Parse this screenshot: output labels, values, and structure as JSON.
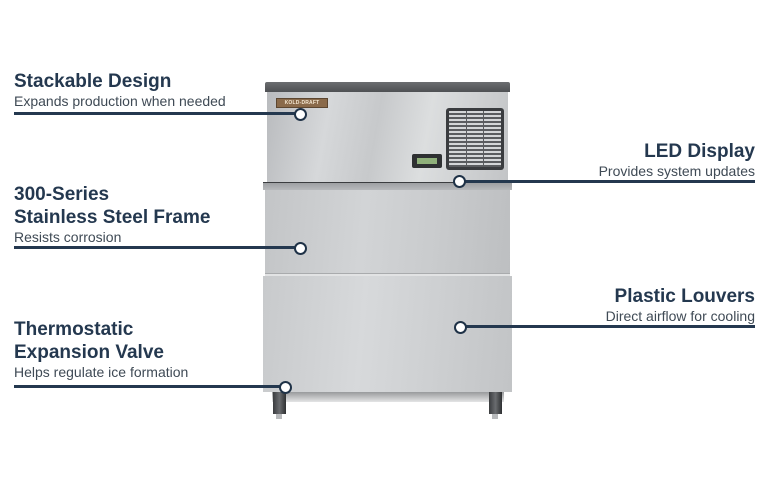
{
  "product": {
    "brand_label": "KOLD-DRAFT",
    "type": "ice machine with storage bin"
  },
  "callouts": [
    {
      "id": "stackable-design",
      "side": "left",
      "title_lines": [
        "Stackable Design"
      ],
      "description": "Expands production when needed"
    },
    {
      "id": "stainless-steel-frame",
      "side": "left",
      "title_lines": [
        "300-Series",
        "Stainless Steel Frame"
      ],
      "description": "Resists corrosion"
    },
    {
      "id": "thermostatic-expansion-valve",
      "side": "left",
      "title_lines": [
        "Thermostatic",
        "Expansion Valve"
      ],
      "description": "Helps regulate ice formation"
    },
    {
      "id": "led-display",
      "side": "right",
      "title_lines": [
        "LED Display"
      ],
      "description": "Provides system updates"
    },
    {
      "id": "plastic-louvers",
      "side": "right",
      "title_lines": [
        "Plastic Louvers"
      ],
      "description": "Direct airflow for cooling"
    }
  ],
  "colors": {
    "text_primary": "#24384f",
    "text_secondary": "#3f4a55",
    "line": "#24384f",
    "background": "#ffffff"
  }
}
